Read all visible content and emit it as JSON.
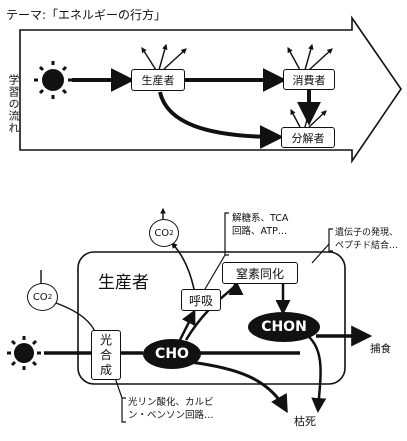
{
  "title": "テーマ:「エネルギーの行方」",
  "top_diagram": {
    "side_label": "学習の流れ",
    "producer": "生産者",
    "consumer": "消費者",
    "decomposer": "分解者"
  },
  "bottom_diagram": {
    "co2_top": "CO",
    "co2_top_sub": "2",
    "co2_left": "CO",
    "co2_left_sub": "2",
    "respiration_note_line1": "解糖系、TCA",
    "respiration_note_line2": "回路、ATP…",
    "gene_note_line1": "遺伝子の発現、",
    "gene_note_line2": "ペプチド結合…",
    "producer_label": "生産者",
    "respiration": "呼吸",
    "nitrogen_assimilation": "窒素同化",
    "photosynthesis_line1": "光",
    "photosynthesis_line2": "合",
    "photosynthesis_line3": "成",
    "cho": "CHO",
    "chon": "CHON",
    "predation": "捕食",
    "death": "枯死",
    "calvin_note_line1": "光リン酸化、カルビ",
    "calvin_note_line2": "ン・ベンソン回路…"
  }
}
